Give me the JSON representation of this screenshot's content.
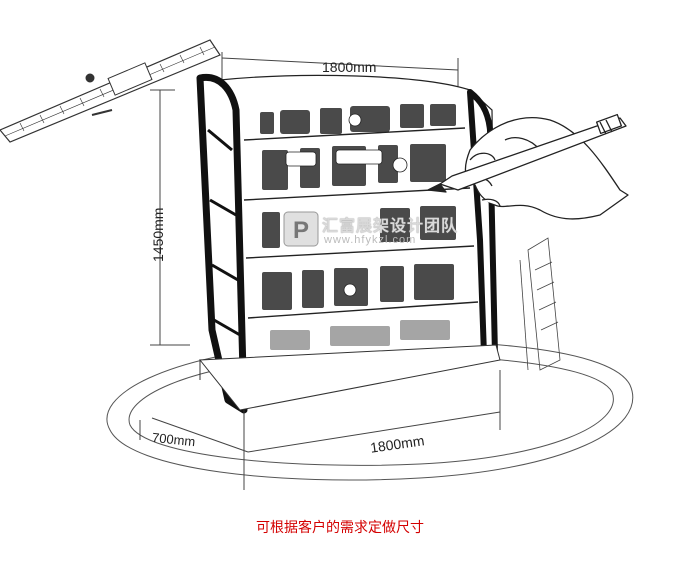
{
  "dimensions": {
    "top_width": "1800mm",
    "height": "1450mm",
    "depth": "700mm",
    "bottom_width": "1800mm"
  },
  "watermark": {
    "logo_letter": "P",
    "brand": "汇富展架设计团队",
    "url": "www.hfykzl.com"
  },
  "caption": "可根据客户的需求定做尺寸",
  "colors": {
    "caption": "#d40000",
    "sketch": "#1a1a1a",
    "frame": "#111111"
  }
}
